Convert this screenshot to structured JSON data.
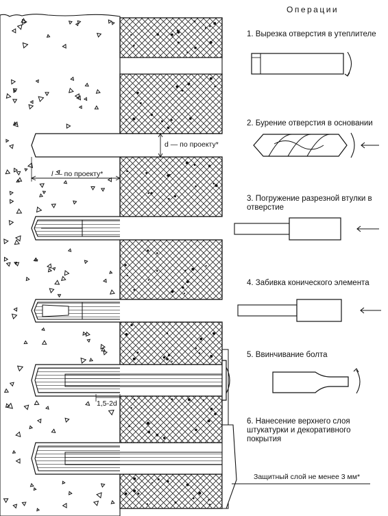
{
  "header": "Операции",
  "operations": [
    {
      "text": "1. Вырезка отверстия в утеплителе"
    },
    {
      "text": "2. Бурение отверстия в основании"
    },
    {
      "text": "3. Погружение разрезной втулки в отверстие"
    },
    {
      "text": "4. Забивка конического элемента"
    },
    {
      "text": "5. Ввинчивание болта"
    },
    {
      "text": "6. Нанесение верхнего слоя штукатурки и декоративного покрытия"
    }
  ],
  "annotations": {
    "diameter_label": "d — по проекту*",
    "length_symbol": "l",
    "length_rest": " — по проекту*",
    "spacing_label": "1,5-2d",
    "protective_layer": "Защитный слой не менее 3 мм*"
  },
  "colors": {
    "ink": "#111111",
    "paper": "#ffffff"
  }
}
